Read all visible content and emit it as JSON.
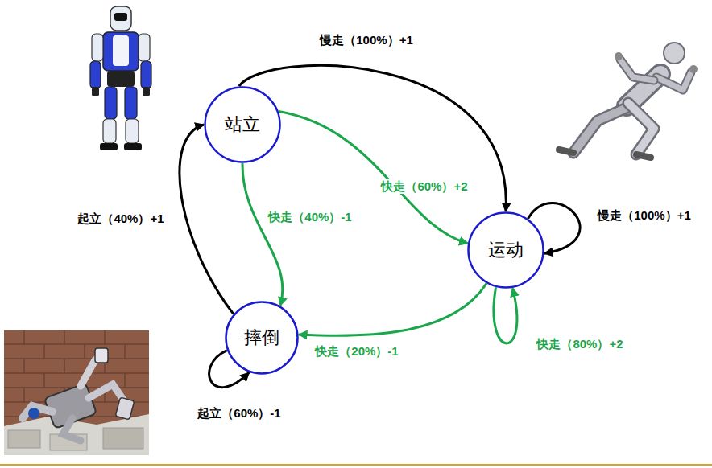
{
  "diagram": {
    "nodes": [
      {
        "text": [
          "站立"
        ]
      },
      {
        "text": [
          "运动"
        ]
      },
      {
        "text": [
          "摔倒"
        ]
      }
    ],
    "edges": [
      {
        "from": 0,
        "to": 1,
        "arrow": "to",
        "label": "慢走（100%）+1"
      },
      {
        "from": 0,
        "to": 1,
        "arrow": "to",
        "label": "快走（60%）+2"
      },
      {
        "from": 0,
        "to": 2,
        "arrow": "to",
        "label": "快走（40%）-1"
      },
      {
        "from": 1,
        "to": 1,
        "arrow": "to",
        "label": "慢走（100%）+1"
      },
      {
        "from": 1,
        "to": 1,
        "arrow": "to",
        "label": "快走（80%）+2"
      },
      {
        "from": 1,
        "to": 2,
        "arrow": "to",
        "label": "快走（20%）-1"
      },
      {
        "from": 2,
        "to": 0,
        "arrow": "to",
        "label": "起立（40%）+1"
      },
      {
        "from": 2,
        "to": 2,
        "arrow": "to",
        "label": "起立（60%）-1"
      }
    ]
  }
}
